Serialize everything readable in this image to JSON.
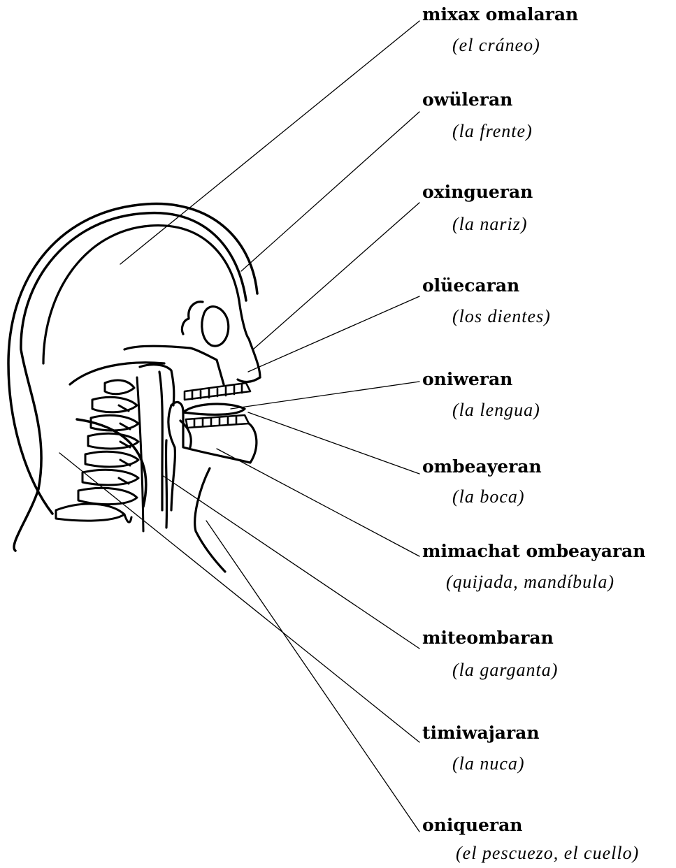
{
  "labels": [
    {
      "id": "skull",
      "term": "mixax omalaran",
      "gloss": "(el cráneo)"
    },
    {
      "id": "forehead",
      "term": "owüleran",
      "gloss": "(la frente)"
    },
    {
      "id": "nose",
      "term": "oxingueran",
      "gloss": "(la nariz)"
    },
    {
      "id": "teeth",
      "term": "olüecaran",
      "gloss": "(los dientes)"
    },
    {
      "id": "tongue",
      "term": "oniweran",
      "gloss": "(la lengua)"
    },
    {
      "id": "mouth",
      "term": "ombeayeran",
      "gloss": "(la boca)"
    },
    {
      "id": "jaw",
      "term": "mimachat ombeayaran",
      "gloss": "(quijada, mandíbula)"
    },
    {
      "id": "throat",
      "term": "miteombaran",
      "gloss": "(la garganta)"
    },
    {
      "id": "nape",
      "term": "timiwajaran",
      "gloss": "(la nuca)"
    },
    {
      "id": "neck",
      "term": "oniqueran",
      "gloss": "(el pescuezo, el cuello)"
    }
  ],
  "colors": {
    "ink": "#000000",
    "paper": "#ffffff"
  }
}
